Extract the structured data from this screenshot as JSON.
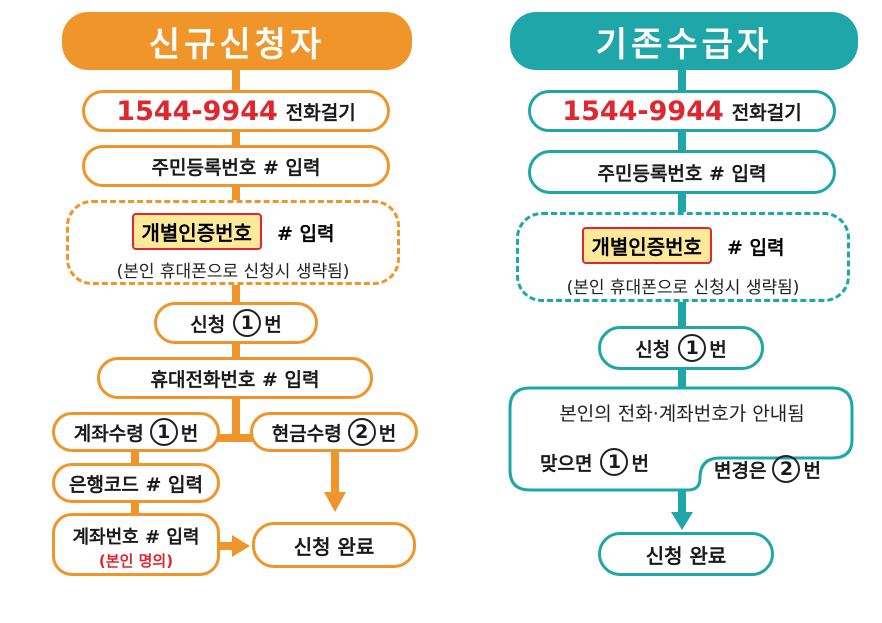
{
  "left": {
    "header": "신규신청자",
    "call_number": "1544-9944",
    "call_label": "전화걸기",
    "resident_input": "주민등록번호 # 입력",
    "auth_label": "개별인증번호",
    "auth_input": "# 입력",
    "auth_note": "(본인 휴대폰으로 신청시 생략됨)",
    "apply_prefix": "신청",
    "apply_num": "1",
    "apply_suffix": "번",
    "mobile_input": "휴대전화번호 # 입력",
    "account_prefix": "계좌수령",
    "account_num": "1",
    "account_suffix": "번",
    "cash_prefix": "현금수령",
    "cash_num": "2",
    "cash_suffix": "번",
    "bank_input": "은행코드 # 입력",
    "account_input": "계좌번호 # 입력",
    "account_note": "(본인 명의)",
    "complete": "신청 완료"
  },
  "right": {
    "header": "기존수급자",
    "call_number": "1544-9944",
    "call_label": "전화걸기",
    "resident_input": "주민등록번호 # 입력",
    "auth_label": "개별인증번호",
    "auth_input": "# 입력",
    "auth_note": "(본인 휴대폰으로 신청시 생략됨)",
    "apply_prefix": "신청",
    "apply_num": "1",
    "apply_suffix": "번",
    "guide_text": "본인의 전화·계좌번호가 안내됨",
    "correct_prefix": "맞으면",
    "correct_num": "1",
    "correct_suffix": "번",
    "change_prefix": "변경은",
    "change_num": "2",
    "change_suffix": "번",
    "complete": "신청 완료"
  },
  "colors": {
    "orange": "#f0952a",
    "teal": "#1ea6a8",
    "red": "#e0262e",
    "highlight": "#fde99a"
  }
}
